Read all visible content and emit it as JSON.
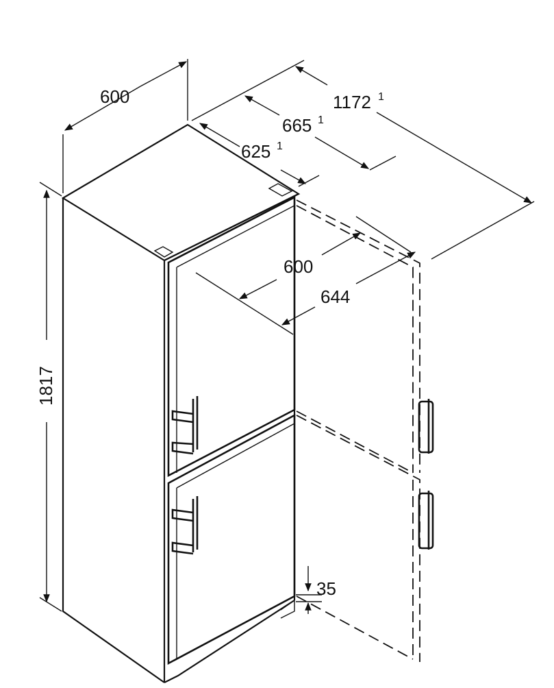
{
  "dimensions": {
    "width_top": "600",
    "depth_total": "1172",
    "depth_total_note": "1",
    "depth_handle": "665",
    "depth_handle_note": "1",
    "depth_body": "625",
    "depth_body_note": "1",
    "door_open_inner": "600",
    "door_open_outer": "644",
    "height": "1817",
    "plinth": "35"
  }
}
